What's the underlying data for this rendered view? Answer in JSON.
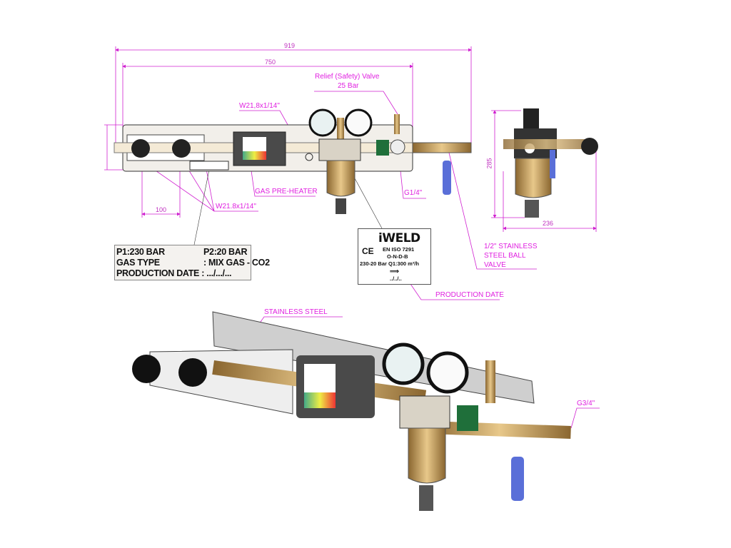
{
  "dimensions": {
    "overall_length": "919",
    "plate_length": "750",
    "knob_spacing": "100",
    "side_height": "285",
    "side_depth": "236"
  },
  "callouts": {
    "relief_valve_line1": "Relief (Safety) Valve",
    "relief_valve_line2": "25 Bar",
    "inlet_thread_top": "W21,8x1/14\"",
    "inlet_thread_bottom": "W21.8x1/14\"",
    "gas_preheater": "GAS PRE-HEATER",
    "gauge_port": "G1/4\"",
    "ball_valve_line1": "1/2\" STAINLESS",
    "ball_valve_line2": "STEEL BALL",
    "ball_valve_line3": "VALVE",
    "production_date": "PRODUCTION DATE",
    "stainless_steel": "STAINLESS STEEL",
    "outlet_thread": "G3/4\""
  },
  "rating_plate": {
    "p1": "P1:230 BAR",
    "p2": "P2:20 BAR",
    "gas_type_label": "GAS TYPE",
    "gas_type_value": ": MIX GAS - CO2",
    "production_date_label": "PRODUCTION DATE : .../.../..."
  },
  "iweld_label": {
    "logo": "iWELD",
    "ce": "CE",
    "standard": "EN ISO 7291",
    "class": "O-N-D-B",
    "rating": "230-20 Bar  Q1:300 m³/h",
    "date_marks": "../../.."
  },
  "colors": {
    "dimension": "#e020e0",
    "handle": "#5a6fd8",
    "brass": "#c9a25a",
    "body": "#555555"
  }
}
